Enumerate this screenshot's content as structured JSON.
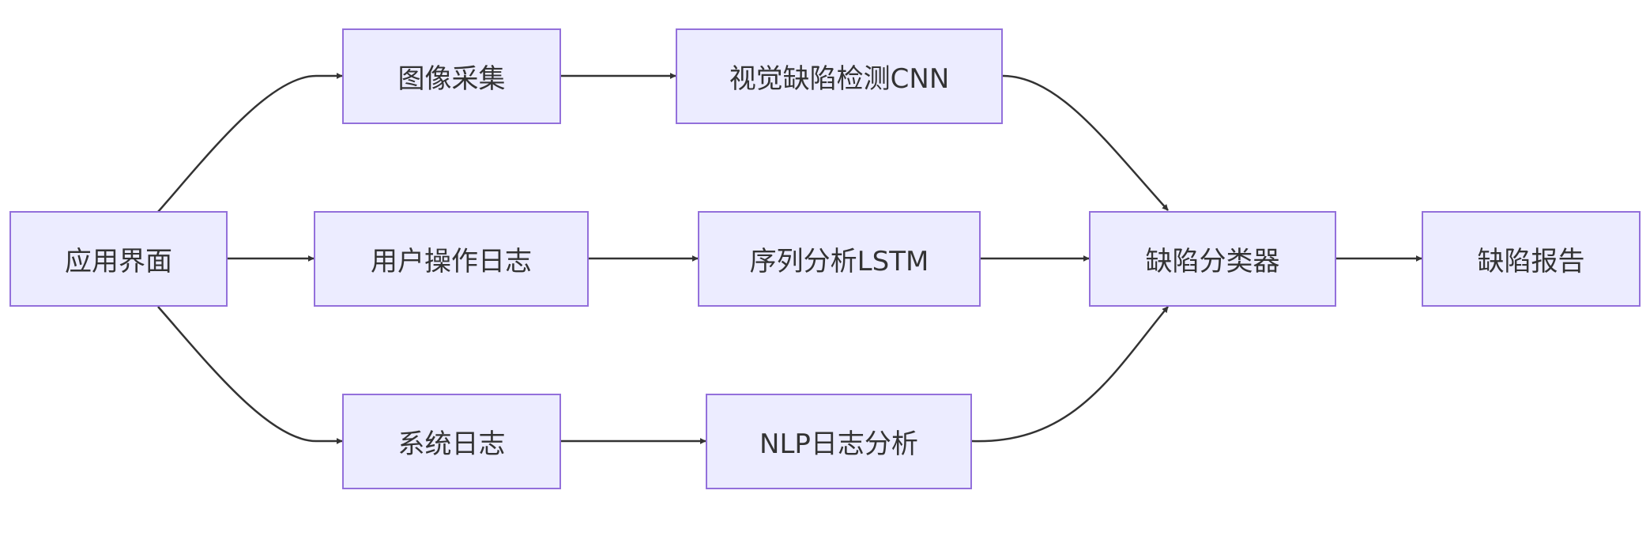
{
  "diagram": {
    "type": "flowchart",
    "direction": "left-to-right",
    "nodes": {
      "app_ui": "应用界面",
      "image_capture": "图像采集",
      "user_log": "用户操作日志",
      "system_log": "系统日志",
      "visual_cnn": "视觉缺陷检测CNN",
      "sequence_lstm": "序列分析LSTM",
      "nlp_log": "NLP日志分析",
      "defect_classifier": "缺陷分类器",
      "defect_report": "缺陷报告"
    },
    "edges": [
      {
        "from": "应用界面",
        "to": "图像采集"
      },
      {
        "from": "应用界面",
        "to": "用户操作日志"
      },
      {
        "from": "应用界面",
        "to": "系统日志"
      },
      {
        "from": "图像采集",
        "to": "视觉缺陷检测CNN"
      },
      {
        "from": "用户操作日志",
        "to": "序列分析LSTM"
      },
      {
        "from": "系统日志",
        "to": "NLP日志分析"
      },
      {
        "from": "视觉缺陷检测CNN",
        "to": "缺陷分类器"
      },
      {
        "from": "序列分析LSTM",
        "to": "缺陷分类器"
      },
      {
        "from": "NLP日志分析",
        "to": "缺陷分类器"
      },
      {
        "from": "缺陷分类器",
        "to": "缺陷报告"
      }
    ],
    "colors": {
      "node_fill": "#ececff",
      "node_border": "#9370db",
      "edge": "#333333",
      "text": "#333333"
    }
  }
}
